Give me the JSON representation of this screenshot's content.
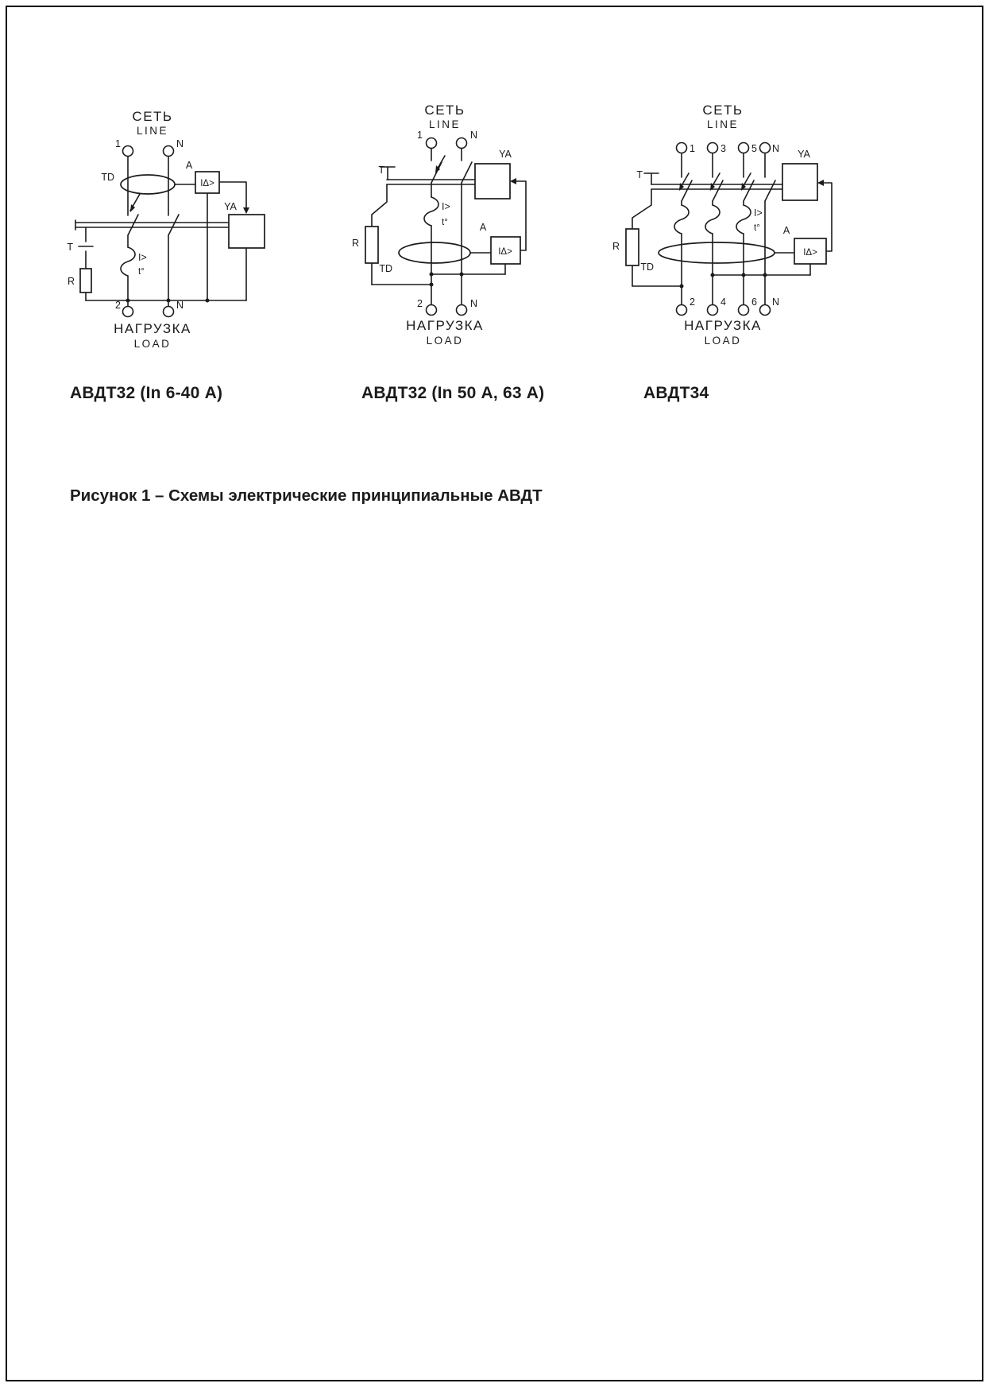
{
  "figure_caption": "Рисунок 1 – Схемы электрические принципиальные АВДТ",
  "labels": {
    "net": "СЕТЬ",
    "line": "LINE",
    "load_ru": "НАГРУЗКА",
    "load_en": "LOAD",
    "td": "TD",
    "ya": "YA",
    "amp": "A",
    "test": "T",
    "resistor": "R",
    "overcurrent": "I>",
    "thermal": "t°",
    "diff": "IΔ>",
    "neutral": "N"
  },
  "diagrams": {
    "d1": {
      "caption": "АВДТ32 (In 6-40 А)",
      "top": {
        "t1": "1",
        "n": "N"
      },
      "bottom": {
        "t1": "2",
        "n": "N"
      }
    },
    "d2": {
      "caption": "АВДТ32 (In 50 А, 63 А)",
      "top": {
        "t1": "1",
        "n": "N"
      },
      "bottom": {
        "t1": "2",
        "n": "N"
      }
    },
    "d3": {
      "caption": "АВДТ34",
      "top": {
        "t1": "1",
        "t2": "3",
        "t3": "5",
        "n": "N"
      },
      "bottom": {
        "t1": "2",
        "t2": "4",
        "t3": "6",
        "n": "N"
      }
    }
  }
}
